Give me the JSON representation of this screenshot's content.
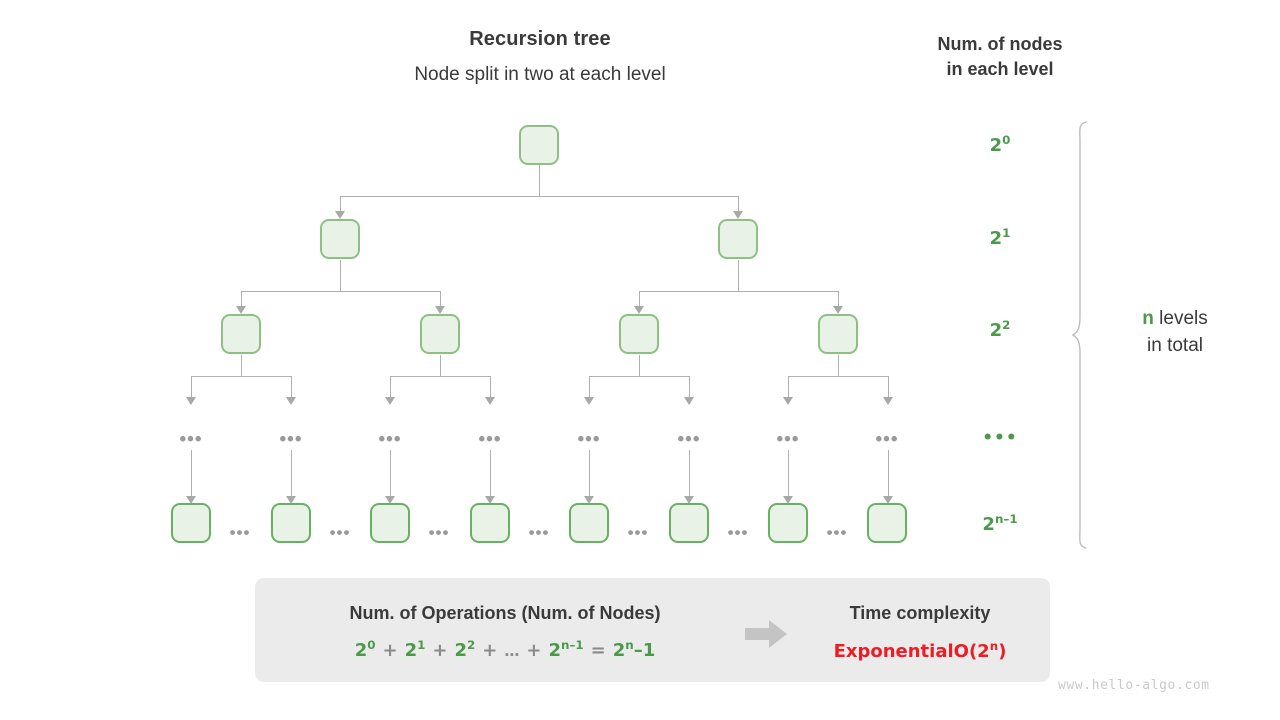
{
  "titles": {
    "main": "Recursion tree",
    "sub": "Node split in two at each level",
    "right_column_line1": "Num. of nodes",
    "right_column_line2": "in each level"
  },
  "colors": {
    "node_fill": "#e8f2e6",
    "node_border": "#8cc183",
    "leaf_border": "#68b163",
    "green_text": "#4a9a4a",
    "red_text": "#ee1c25",
    "line_gray": "#b0b0b0",
    "arrow_gray": "#c4c4c4",
    "panel_bg": "#ebebeb",
    "text_dark": "#3a3a3a"
  },
  "levels": [
    {
      "index": 0,
      "count_base": "2",
      "count_exp": "0",
      "nodes": 1,
      "node_centers": [
        539
      ]
    },
    {
      "index": 1,
      "count_base": "2",
      "count_exp": "1",
      "nodes": 2,
      "node_centers": [
        340,
        738
      ]
    },
    {
      "index": 2,
      "count_base": "2",
      "count_exp": "2",
      "nodes": 4,
      "node_centers": [
        241,
        440,
        639,
        838
      ]
    },
    {
      "index": 3,
      "count_base": "",
      "count_exp": "",
      "count_literal": "•••",
      "nodes": 8,
      "node_centers": [
        191,
        291,
        390,
        490,
        589,
        689,
        788,
        887
      ],
      "is_ellipsis_row": true
    },
    {
      "index": 4,
      "count_base": "2",
      "count_exp": "n–1",
      "nodes": 8,
      "node_centers": [
        191,
        291,
        390,
        490,
        589,
        689,
        788,
        887
      ]
    }
  ],
  "ellipsis_glyph": "•••",
  "brace": {
    "label_var": "n",
    "label_text": "levels",
    "label_line2": "in total"
  },
  "summary": {
    "left_title": "Num. of Operations (Num. of Nodes)",
    "formula": {
      "terms": [
        "2^0",
        "2^1",
        "2^2",
        "…",
        "2^{n-1}"
      ],
      "operator": "+",
      "equals": "=",
      "result": "2^n−1",
      "plain": "2⁰ + 2¹ + 2² + … + 2ⁿ⁻¹ = 2ⁿ−1"
    },
    "arrow_icon": "right-arrow-icon",
    "right_title": "Time complexity",
    "right_value_word": "Exponential",
    "right_value_big_o": "O(2ⁿ)"
  },
  "watermark": "www.hello-algo.com"
}
